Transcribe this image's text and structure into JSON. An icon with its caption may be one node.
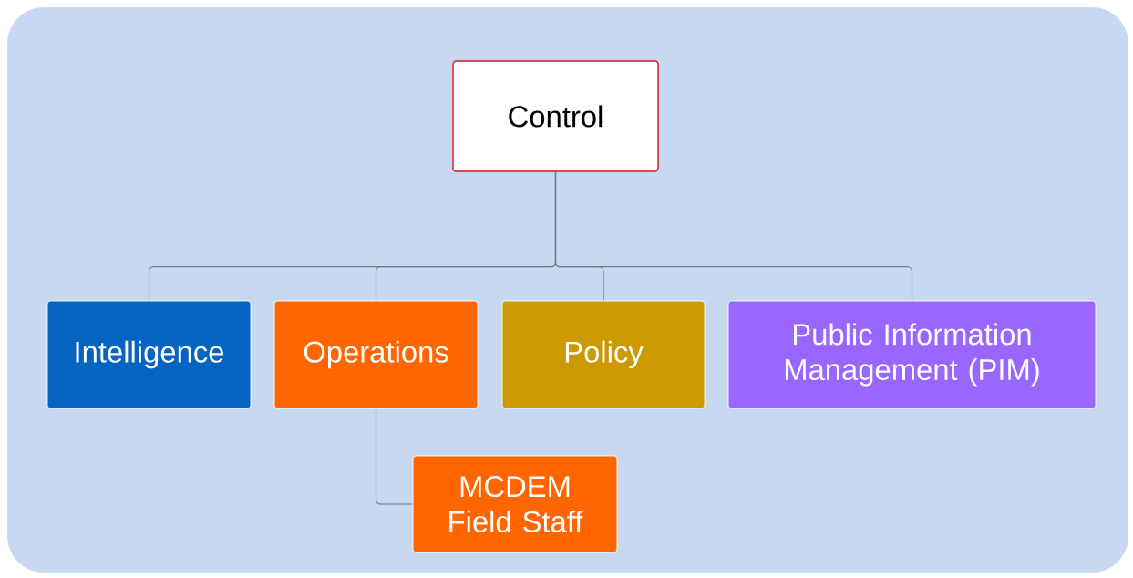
{
  "diagram": {
    "nodes": [
      {
        "text": [
          "Control"
        ]
      },
      {
        "text": [
          "Intelligence"
        ]
      },
      {
        "text": [
          "Operations"
        ]
      },
      {
        "text": [
          "Policy"
        ]
      },
      {
        "text": [
          "Public Information Management (PIM)"
        ]
      },
      {
        "text": [
          "MCDEM Field Staff"
        ]
      }
    ],
    "edges": [
      {
        "from": 0,
        "to": 1,
        "arrow": "none"
      },
      {
        "from": 0,
        "to": 2,
        "arrow": "none"
      },
      {
        "from": 0,
        "to": 3,
        "arrow": "none"
      },
      {
        "from": 0,
        "to": 4,
        "arrow": "none"
      },
      {
        "from": 2,
        "to": 5,
        "arrow": "none"
      }
    ]
  }
}
